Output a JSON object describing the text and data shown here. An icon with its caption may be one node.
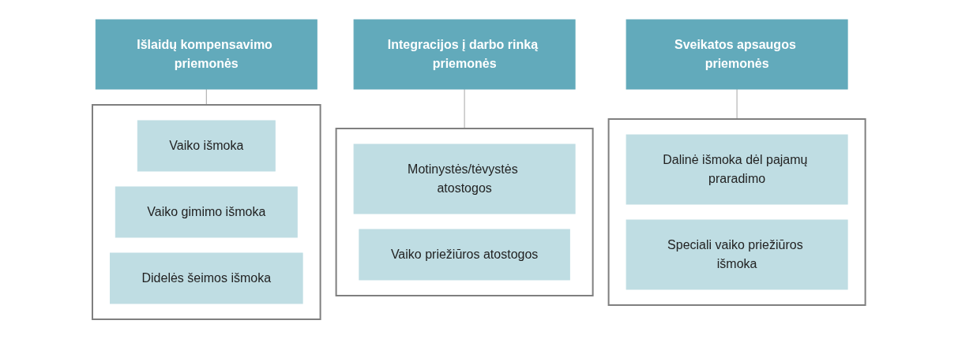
{
  "diagram": {
    "nodes": [
      {
        "text": [
          "Išlaidų kompensavimo priemonės"
        ]
      },
      {
        "text": [],
        "shape": "box"
      },
      {
        "text": [
          "Vaiko išmoka"
        ],
        "in": 1
      },
      {
        "text": [
          "Vaiko gimimo išmoka"
        ],
        "in": 1
      },
      {
        "text": [
          "Didelės šeimos išmoka"
        ],
        "in": 1
      },
      {
        "text": [
          "Integracijos į darbo rinką priemonės"
        ]
      },
      {
        "text": [],
        "shape": "box"
      },
      {
        "text": [
          "Motinystės/tėvystės atostogos"
        ],
        "in": 6
      },
      {
        "text": [
          "Vaiko priežiūros atostogos"
        ],
        "in": 6
      },
      {
        "text": [
          "Sveikatos apsaugos priemonės"
        ]
      },
      {
        "text": [],
        "shape": "box"
      },
      {
        "text": [
          "Dalinė išmoka dėl pajamų praradimo"
        ],
        "in": 10
      },
      {
        "text": [
          "Speciali vaiko priežiūros išmoka"
        ],
        "in": 10
      }
    ],
    "edges": [
      {
        "from": 0,
        "to": 1,
        "arrow": "none"
      },
      {
        "from": 5,
        "to": 6,
        "arrow": "none"
      },
      {
        "from": 9,
        "to": 10,
        "arrow": "none"
      }
    ]
  }
}
